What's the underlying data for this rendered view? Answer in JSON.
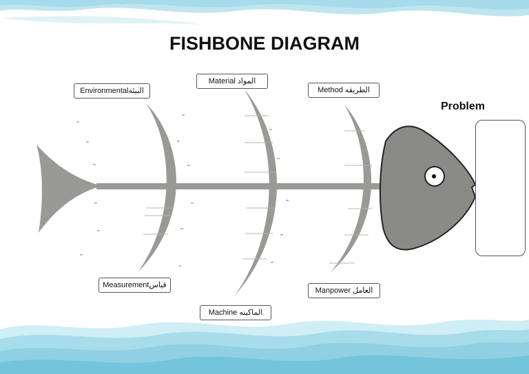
{
  "title": "FISHBONE DIAGRAM",
  "problem": {
    "label": "Problem",
    "value": ""
  },
  "categories": {
    "environmental": "Environmentalالبيئة",
    "material": "Material المواد",
    "method": "Method الطريقه",
    "measurement": "Measurementقياس",
    "machine": "Machine الماكينه",
    "manpower": "Manpower العامل"
  },
  "colors": {
    "bone": "#999995",
    "fish_head": "#8a8a87",
    "wave_light": "#bfe5ef",
    "wave_mid": "#8fd0e3",
    "wave_dark": "#66bcd6",
    "sub_line": "#b4b4b0"
  }
}
